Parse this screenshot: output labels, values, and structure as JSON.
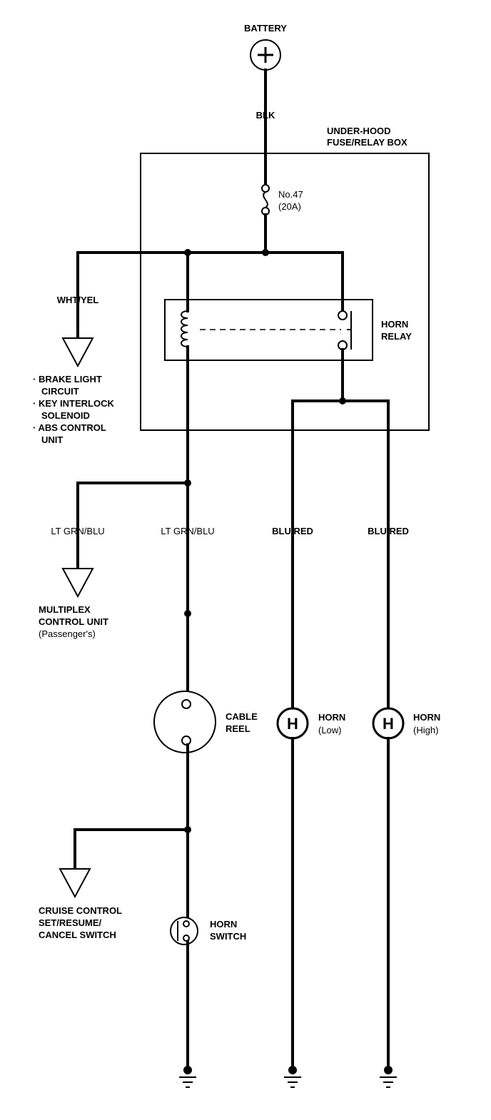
{
  "labels": {
    "battery": "BATTERY",
    "blk": "BLK",
    "fuse_box_line1": "UNDER-HOOD",
    "fuse_box_line2": "FUSE/RELAY BOX",
    "fuse_line1": "No.47",
    "fuse_line2": "(20A)",
    "wht_yel": "WHT/YEL",
    "relay_line1": "HORN",
    "relay_line2": "RELAY",
    "brake_items": [
      "· BRAKE LIGHT",
      "CIRCUIT",
      "· KEY INTERLOCK",
      "SOLENOID",
      "· ABS CONTROL",
      "UNIT"
    ],
    "lt_grn_blu_left": "LT GRN/BLU",
    "lt_grn_blu_center": "LT GRN/BLU",
    "blu_red_1": "BLU/RED",
    "blu_red_2": "BLU/RED",
    "multiplex": [
      "MULTIPLEX",
      "CONTROL UNIT",
      "(Passenger's)"
    ],
    "cable_reel": [
      "CABLE",
      "REEL"
    ],
    "horn_low": [
      "HORN",
      "(Low)"
    ],
    "horn_high": [
      "HORN",
      "(High)"
    ],
    "horn_symbol": "H",
    "cruise": [
      "CRUISE CONTROL",
      "SET/RESUME/",
      "CANCEL SWITCH"
    ],
    "horn_switch": [
      "HORN",
      "SWITCH"
    ]
  }
}
